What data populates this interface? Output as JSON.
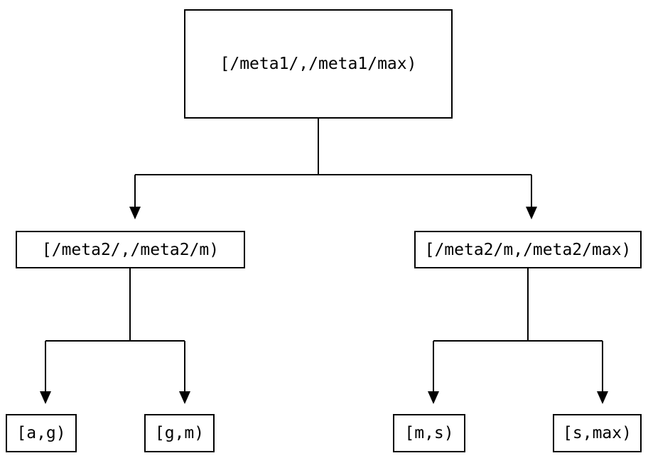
{
  "diagram": {
    "type": "tree",
    "nodes": {
      "root": {
        "label": "[/meta1/,/meta1/max)"
      },
      "left": {
        "label": "[/meta2/,/meta2/m)"
      },
      "right": {
        "label": "[/meta2/m,/meta2/max)"
      },
      "leaf_ag": {
        "label": "[a,g)"
      },
      "leaf_gm": {
        "label": "[g,m)"
      },
      "leaf_ms": {
        "label": "[m,s)"
      },
      "leaf_smax": {
        "label": "[s,max)"
      }
    },
    "edges": [
      {
        "from": "root",
        "to": "left"
      },
      {
        "from": "root",
        "to": "right"
      },
      {
        "from": "left",
        "to": "leaf_ag"
      },
      {
        "from": "left",
        "to": "leaf_gm"
      },
      {
        "from": "right",
        "to": "leaf_ms"
      },
      {
        "from": "right",
        "to": "leaf_smax"
      }
    ],
    "colors": {
      "background": "#ffffff",
      "line": "#000000",
      "box_border": "#000000",
      "text": "#000000"
    }
  }
}
